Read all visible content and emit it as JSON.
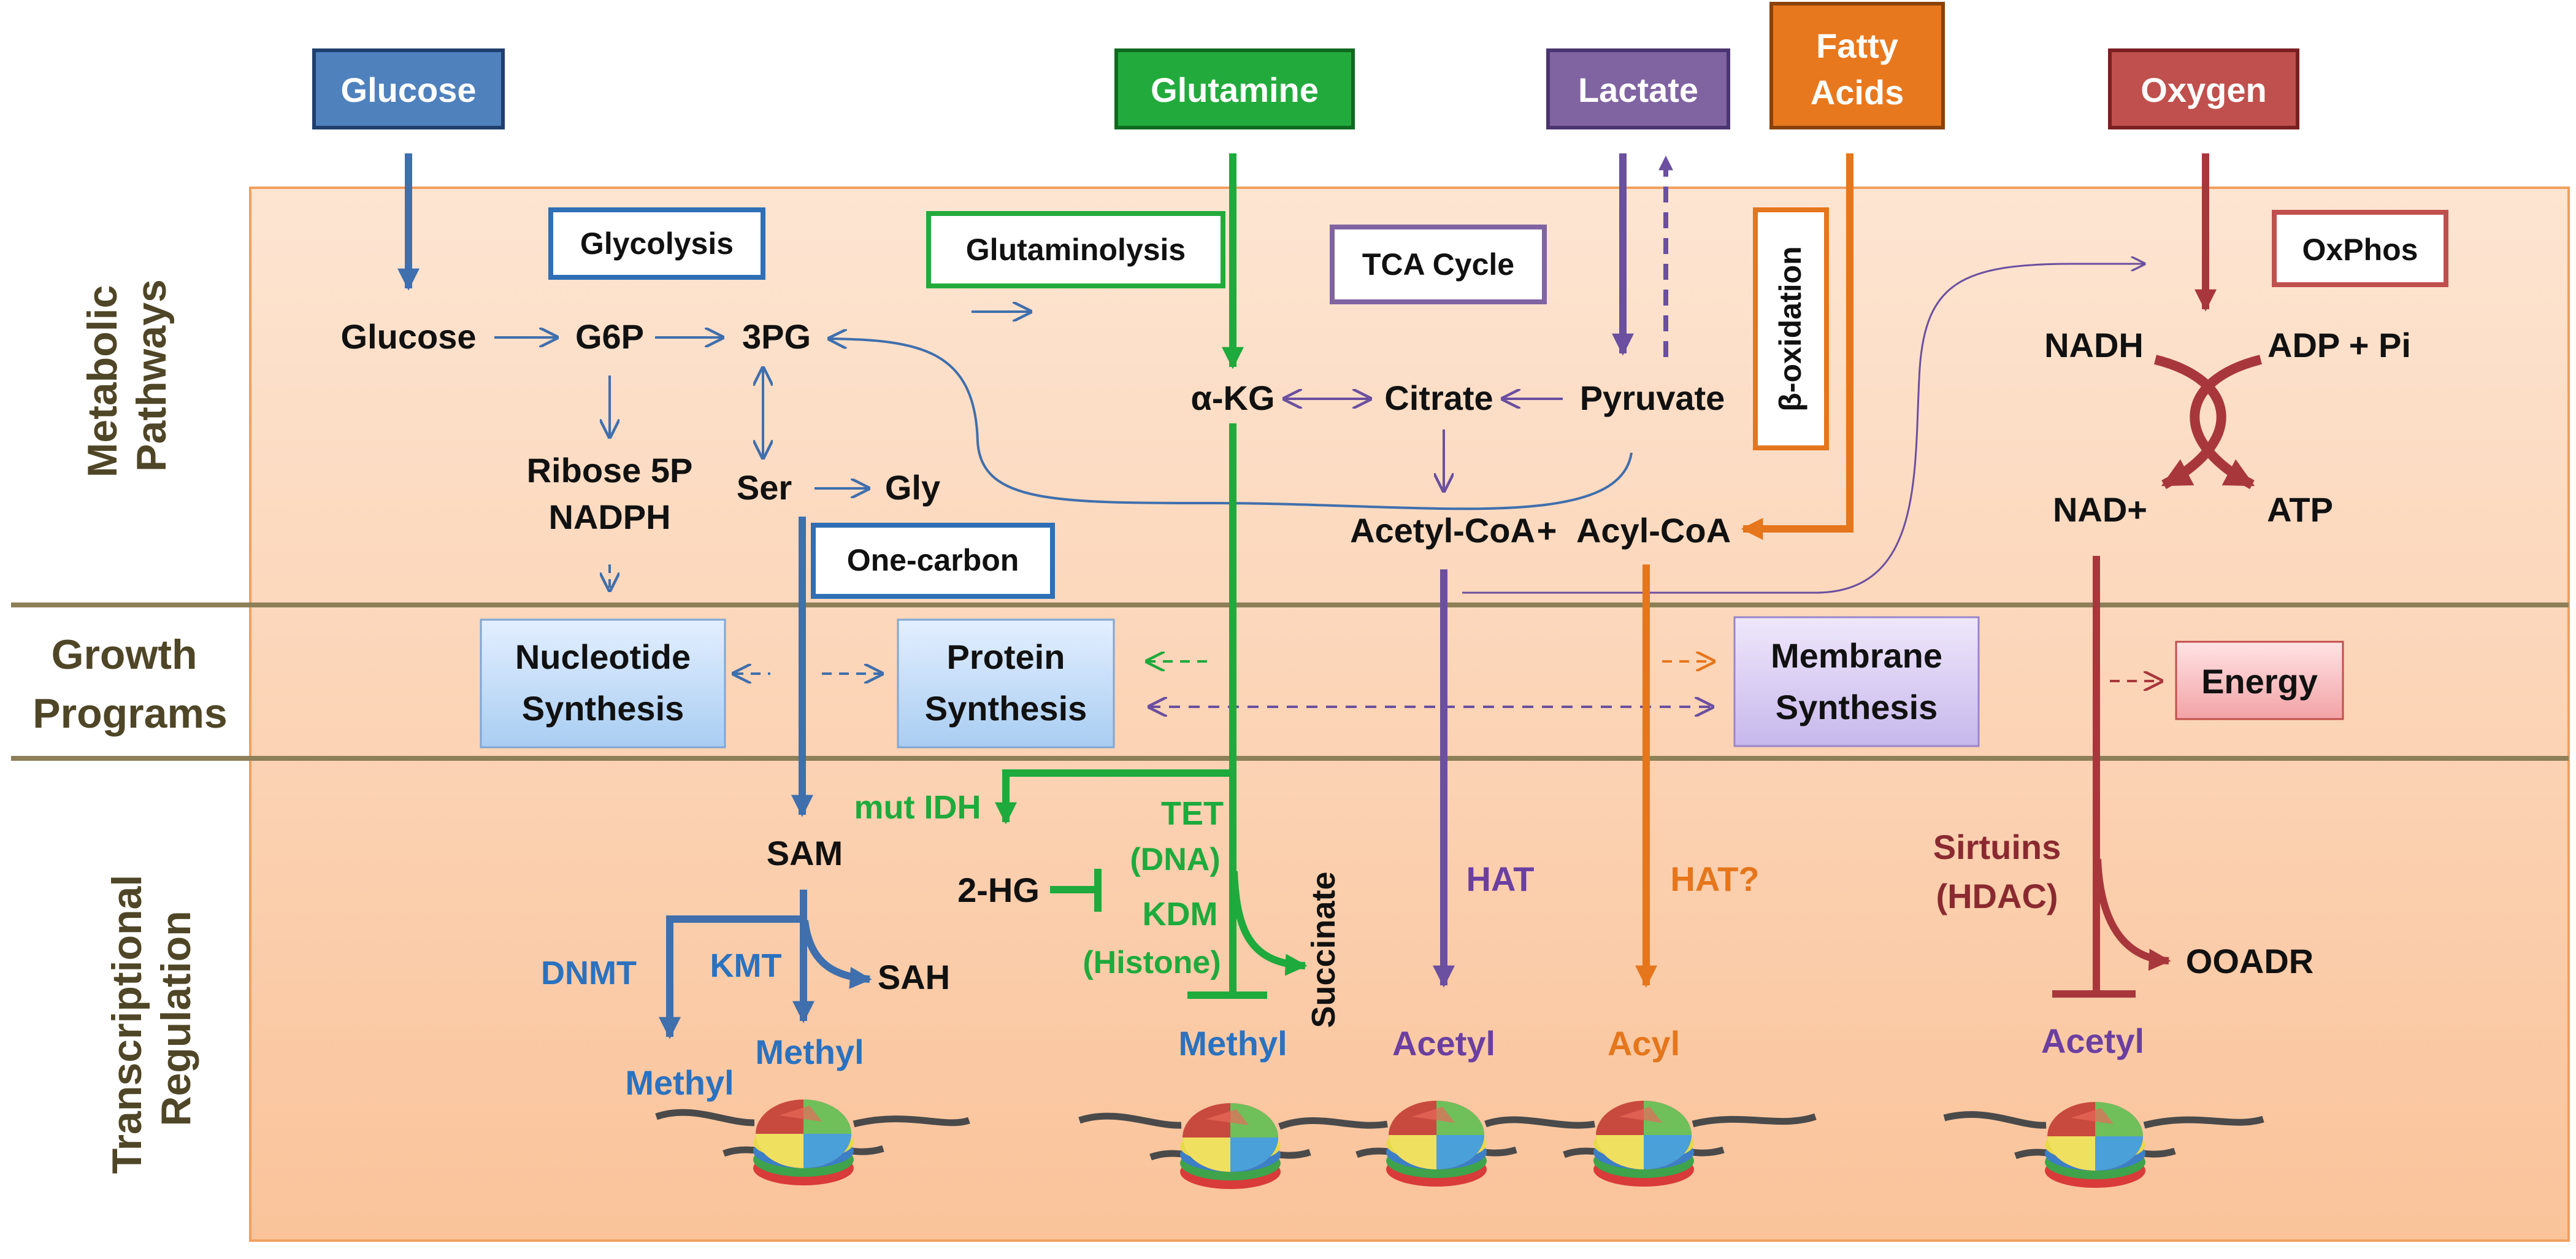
{
  "inputs": {
    "glucose": "Glucose",
    "glutamine": "Glutamine",
    "lactate": "Lactate",
    "fatty_acids_1": "Fatty",
    "fatty_acids_2": "Acids",
    "oxygen": "Oxygen"
  },
  "sections": {
    "metabolic_1": "Metabolic",
    "metabolic_2": "Pathways",
    "growth_1": "Growth",
    "growth_2": "Programs",
    "transcriptional_1": "Transcriptional",
    "transcriptional_2": "Regulation"
  },
  "pathways": {
    "glycolysis": "Glycolysis",
    "glutaminolysis": "Glutaminolysis",
    "tca": "TCA Cycle",
    "beta_oxidation": "β-oxidation",
    "oxphos": "OxPhos",
    "one_carbon": "One-carbon"
  },
  "metabolites": {
    "glucose": "Glucose",
    "g6p": "G6P",
    "pg3": "3PG",
    "ribose_1": "Ribose 5P",
    "ribose_2": "NADPH",
    "ser": "Ser",
    "gly": "Gly",
    "akg": "α-KG",
    "citrate": "Citrate",
    "pyruvate": "Pyruvate",
    "acetyl_coa": "Acetyl-CoA",
    "plus": "+",
    "acyl_coa": "Acyl-CoA",
    "nadh": "NADH",
    "adp": "ADP + Pi",
    "nad": "NAD+",
    "atp": "ATP"
  },
  "growth": {
    "nucleotide_1": "Nucleotide",
    "nucleotide_2": "Synthesis",
    "protein_1": "Protein",
    "protein_2": "Synthesis",
    "membrane_1": "Membrane",
    "membrane_2": "Synthesis",
    "energy": "Energy"
  },
  "regulation": {
    "sam": "SAM",
    "sah": "SAH",
    "dnmt": "DNMT",
    "kmt": "KMT",
    "methyl_1": "Methyl",
    "methyl_2": "Methyl",
    "mut_idh": "mut IDH",
    "two_hg": "2-HG",
    "tet": "TET",
    "dna": "(DNA)",
    "kdm": "KDM",
    "histone": "(Histone)",
    "succinate": "Succinate",
    "methyl_3": "Methyl",
    "hat": "HAT",
    "hat_q": "HAT?",
    "acetyl_1": "Acetyl",
    "acyl": "Acyl",
    "sirtuins": "Sirtuins",
    "hdac": "(HDAC)",
    "ooadr": "OOADR",
    "acetyl_2": "Acetyl"
  },
  "colors": {
    "blue": "#3f6fad",
    "green": "#1eaa3c",
    "purple": "#6b4fa0",
    "orange": "#e5761c",
    "red": "#a8373c",
    "panel": "#fbc79e",
    "band": "#8d7f58"
  }
}
